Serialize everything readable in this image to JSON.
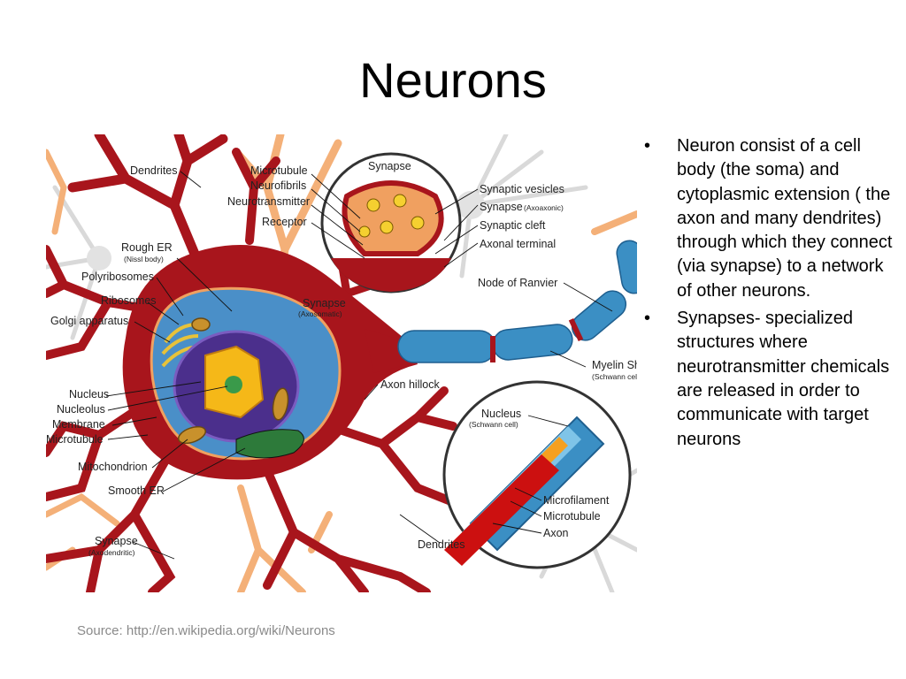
{
  "title": "Neurons",
  "bullets": [
    "Neuron consist of a cell body (the soma) and cytoplasmic extension ( the axon and many dendrites) through which they connect (via synapse) to a network of other neurons.",
    "Synapses- specialized structures where neurotransmitter chemicals are released in order to communicate with target neurons"
  ],
  "bullet_glyph": "•",
  "source": "Source: http://en.wikipedia.org/wiki/Neurons",
  "labels": {
    "dendrites_top": "Dendrites",
    "rough_er": "Rough ER",
    "nissl_body": "(Nissl body)",
    "polyribosomes": "Polyribosomes",
    "ribosomes": "Ribosomes",
    "golgi": "Golgi apparatus",
    "nucleus": "Nucleus",
    "nucleolus": "Nucleolus",
    "membrane": "Membrane",
    "microtubule_left": "Microtubule",
    "mitochondrion": "Mitochondrion",
    "smooth_er": "Smooth ER",
    "synapse_axodendritic": "Synapse",
    "axodendritic": "(Axodendritic)",
    "microtubule_top": "Microtubule",
    "neurofibrils": "Neurofibrils",
    "neurotransmitter": "Neurotransmitter",
    "receptor": "Receptor",
    "synapse_inset": "Synapse",
    "synapse_axosomatic": "Synapse",
    "axosomatic": "(Axosomatic)",
    "synaptic_vesicles": "Synaptic vesicles",
    "synapse_axoaxonic": "Synapse",
    "axoaxonic": "(Axoaxonic)",
    "synaptic_cleft": "Synaptic cleft",
    "axonal_terminal": "Axonal terminal",
    "node_of_ranvier": "Node of Ranvier",
    "myelin_sheath": "Myelin Sheath",
    "schwann_cell_myelin": "(Schwann cell)",
    "axon_hillock": "Axon hillock",
    "nucleus_schwann": "Nucleus",
    "schwann_cell_nucleus": "(Schwann cell)",
    "microfilament": "Microfilament",
    "microtubule_inset": "Microtubule",
    "axon": "Axon",
    "dendrites_bottom": "Dendrites"
  },
  "colors": {
    "neuron_red": "#a8151c",
    "dendrite_tan": "#f4b078",
    "myelin_blue": "#3b8fc4",
    "cytoplasm_blue": "#4a8fc8",
    "nucleus_purple": "#4b2f8c",
    "nucleolus_yellow": "#f5b818",
    "background_neuron_gray": "#d8d8d8"
  }
}
